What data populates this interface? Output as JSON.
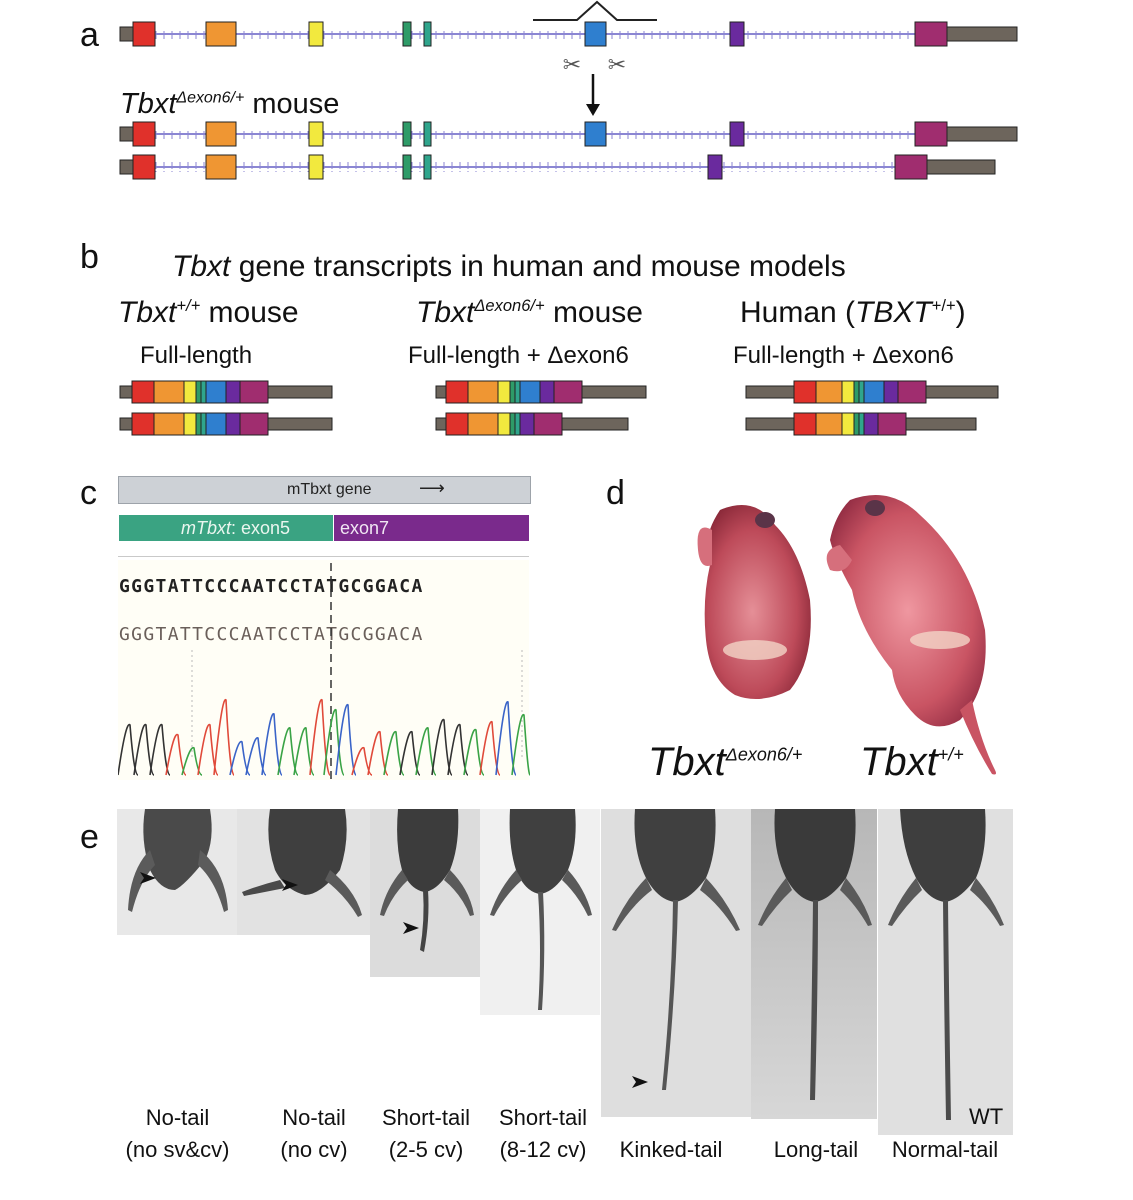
{
  "colors": {
    "exon1": "#e0312b",
    "exon2": "#ef9633",
    "exon3": "#f2e93e",
    "exon4": "#2e9b68",
    "exon5": "#2fa58c",
    "exon6": "#2f7fcf",
    "exon7": "#6a2a9e",
    "exon8": "#a02d6f",
    "utr": "#6d655c",
    "intron": "#8b86d3",
    "purple_bar": "#7a2a8c",
    "green_bar": "#3aa382"
  },
  "panel_a": {
    "letter": "a",
    "mouse_label_gene": "Tbxt",
    "mouse_label_sup": "Δexon6/+",
    "mouse_label_rest": " mouse"
  },
  "panel_b": {
    "letter": "b",
    "title_gene": "Tbxt",
    "title_rest": " gene transcripts in human and mouse models",
    "col1_gene": "Tbxt",
    "col1_sup": "+/+",
    "col1_rest": " mouse",
    "col1_sub": "Full-length",
    "col2_gene": "Tbxt",
    "col2_sup": "Δexon6/+",
    "col2_rest": " mouse",
    "col2_sub": "Full-length + Δexon6",
    "col3_pre": "Human (",
    "col3_gene": "TBXT",
    "col3_sup": "+/+",
    "col3_post": ")",
    "col3_sub": "Full-length + Δexon6"
  },
  "panel_c": {
    "letter": "c",
    "gene_bar": "mTbxt gene",
    "exon5_prefix": "mTbxt",
    "exon5_rest": ": exon5",
    "exon7_label": "exon7",
    "seq_bold": "GGGTATTCCCAATCCTATGCGGACA",
    "seq_light": "GGGTATTCCCAATCCTATGCGGACA"
  },
  "panel_d": {
    "letter": "d",
    "left_gene": "Tbxt",
    "left_sup": "Δexon6/+",
    "right_gene": "Tbxt",
    "right_sup": "+/+"
  },
  "panel_e": {
    "letter": "e",
    "wt_label": "WT",
    "captions": [
      {
        "line1": "No-tail",
        "line2": "(no sv&cv)"
      },
      {
        "line1": "No-tail",
        "line2": "(no cv)"
      },
      {
        "line1": "Short-tail",
        "line2": "(2-5 cv)"
      },
      {
        "line1": "Short-tail",
        "line2": "(8-12 cv)"
      },
      {
        "line1": "Kinked-tail",
        "line2": ""
      },
      {
        "line1": "Long-tail",
        "line2": ""
      },
      {
        "line1": "Normal-tail",
        "line2": ""
      }
    ]
  }
}
